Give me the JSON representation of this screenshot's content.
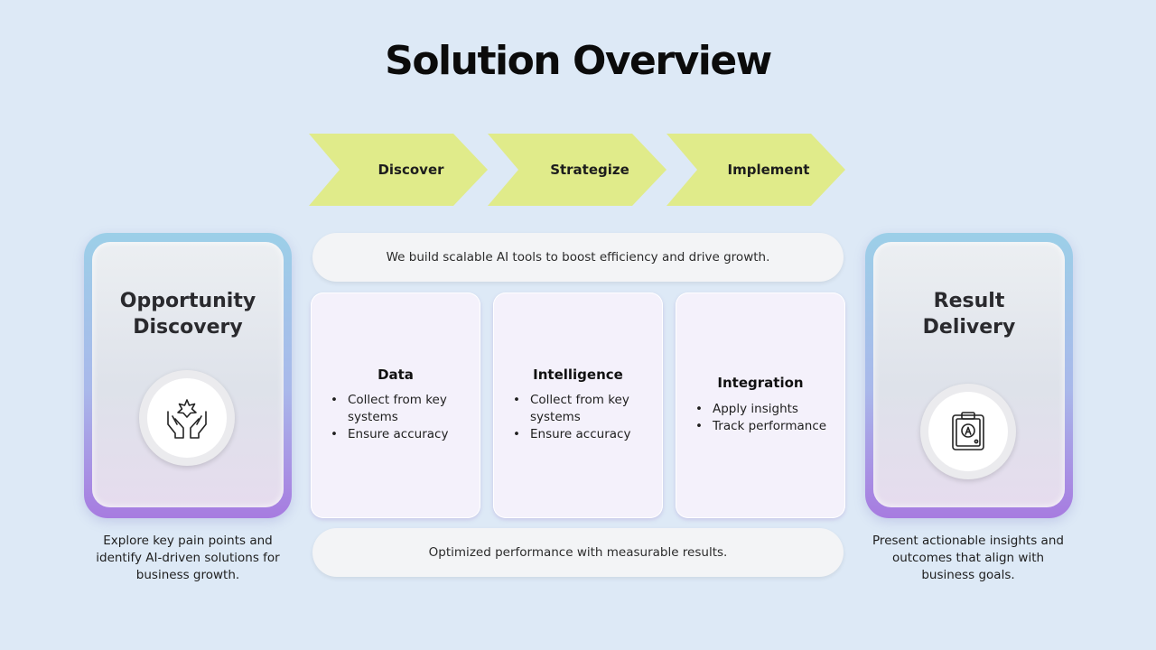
{
  "title": "Solution Overview",
  "steps": [
    {
      "label": "Discover"
    },
    {
      "label": "Strategize"
    },
    {
      "label": "Implement"
    }
  ],
  "left_card": {
    "title_line1": "Opportunity",
    "title_line2": "Discovery",
    "icon": "hands-star-icon",
    "desc_line1": "Explore key pain points and",
    "desc_line2": "identify AI-driven solutions for",
    "desc_line3": "business growth."
  },
  "right_card": {
    "title_line1": "Result",
    "title_line2": "Delivery",
    "icon": "clipboard-icon",
    "desc_line1": "Present actionable insights and",
    "desc_line2": "outcomes that align with",
    "desc_line3": "business goals."
  },
  "top_banner": "We build scalable AI tools to boost efficiency and drive growth.",
  "bottom_banner": "Optimized performance with measurable results.",
  "cards": [
    {
      "title": "Data",
      "bullet1_line1": "Collect from key",
      "bullet1_line2": "systems",
      "bullet2": "Ensure accuracy"
    },
    {
      "title": "Intelligence",
      "bullet1_line1": "Collect from key",
      "bullet1_line2": "systems",
      "bullet2": "Ensure accuracy"
    },
    {
      "title": "Integration",
      "bullet1": "Apply insights",
      "bullet2": "Track performance"
    }
  ],
  "colors": {
    "background": "#dde9f6",
    "chevron": "#e0eb8a",
    "card": "#f4f1fb"
  }
}
